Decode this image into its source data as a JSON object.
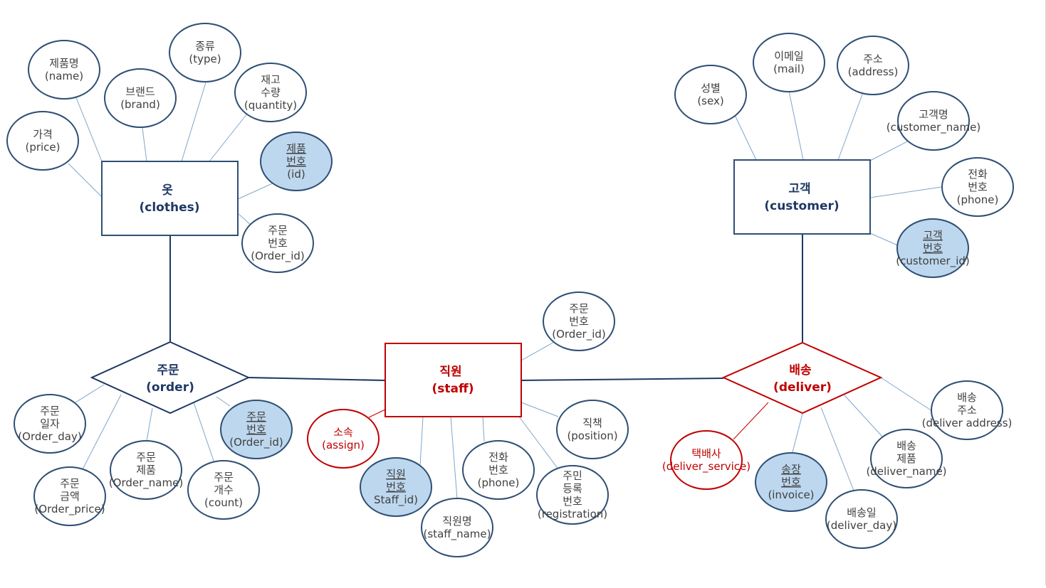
{
  "colors": {
    "blue_stroke": "#2e4f74",
    "blue_text": "#1f3864",
    "red": "#c00000",
    "key_fill": "#bdd7ee",
    "thin_line": "#7fa6cc",
    "attr_text": "#404040"
  },
  "entities": {
    "clothes": [
      "옷",
      "(clothes)"
    ],
    "customer": [
      "고객",
      "(customer)"
    ],
    "staff": [
      "직원",
      "(staff)"
    ]
  },
  "relations": {
    "order": [
      "주문",
      "(order)"
    ],
    "deliver": [
      "배송",
      "(deliver)"
    ]
  },
  "attributes": {
    "clothes_name": [
      "제품명",
      "(name)"
    ],
    "clothes_type": [
      "종류",
      "(type)"
    ],
    "clothes_brand": [
      "브랜드",
      "(brand)"
    ],
    "clothes_quantity": [
      "재고",
      "수량",
      "(quantity)"
    ],
    "clothes_price": [
      "가격",
      "(price)"
    ],
    "clothes_id": [
      "제품",
      "번호",
      "(id)"
    ],
    "clothes_order_id": [
      "주문",
      "번호",
      "(Order_id)"
    ],
    "cust_sex": [
      "성별",
      "(sex)"
    ],
    "cust_mail": [
      "이메일",
      "(mail)"
    ],
    "cust_address": [
      "주소",
      "(address)"
    ],
    "cust_name": [
      "고객명",
      "(customer_name)"
    ],
    "cust_phone": [
      "전화",
      "번호",
      "(phone)"
    ],
    "cust_id": [
      "고객",
      "번호",
      "(customer_id)"
    ],
    "staff_order_id": [
      "주문",
      "번호",
      "(Order_id)"
    ],
    "order_day": [
      "주문",
      "일자",
      "(Order_day)"
    ],
    "order_price": [
      "주문",
      "금액",
      "(Order_price)"
    ],
    "order_name": [
      "주문",
      "제품",
      "(Order_name)"
    ],
    "order_count": [
      "주문",
      "개수",
      "(count)"
    ],
    "order_id": [
      "주문",
      "번호",
      "(Order_id)"
    ],
    "assign": [
      "소속",
      "(assign)"
    ],
    "staff_id": [
      "직원",
      "번호",
      "Staff_id)"
    ],
    "staff_name": [
      "직원명",
      "(staff_name)"
    ],
    "staff_phone": [
      "전화",
      "번호",
      "(phone)"
    ],
    "position": [
      "직책",
      "(position)"
    ],
    "registration": [
      "주민",
      "등록",
      "번호",
      "(registration)"
    ],
    "deliver_service": [
      "택배사",
      "(deliver_service)"
    ],
    "invoice": [
      "송장",
      "번호",
      "(invoice)"
    ],
    "deliver_day": [
      "배송일",
      "(deliver_day)"
    ],
    "deliver_name": [
      "배송",
      "제품",
      "(deliver_name)"
    ],
    "deliver_address": [
      "배송",
      "주소",
      "(deliver address)"
    ]
  }
}
